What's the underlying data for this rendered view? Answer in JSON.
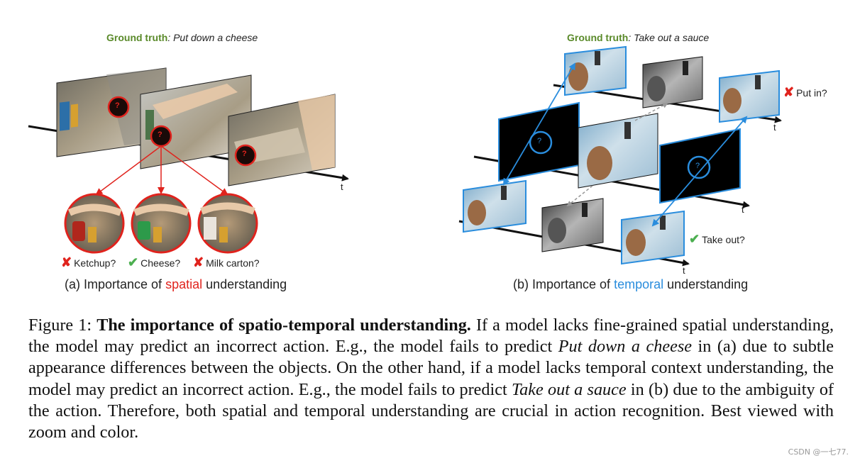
{
  "panel_a": {
    "gt_label": "Ground truth",
    "gt_text": ": Put down a cheese",
    "options": [
      {
        "mark": "✘",
        "text": "Ketchup?"
      },
      {
        "mark": "✔",
        "text": "Cheese?"
      },
      {
        "mark": "✘",
        "text": "Milk carton?"
      }
    ],
    "time_label": "t",
    "question_mark": "?",
    "subcaption_prefix": "(a) Importance of ",
    "subcaption_highlight": "spatial",
    "subcaption_suffix": " understanding",
    "highlight_color": "#e0231d"
  },
  "panel_b": {
    "gt_label": "Ground truth",
    "gt_text": ": Take out a sauce",
    "wrong_mark": "✘",
    "wrong_text": "Put in?",
    "right_mark": "✔",
    "right_text": "Take out?",
    "time_label": "t",
    "question_mark": "?",
    "subcaption_prefix": "(b) Importance of ",
    "subcaption_highlight": "temporal",
    "subcaption_suffix": " understanding",
    "highlight_color": "#2a8ddd"
  },
  "caption": {
    "prefix": "Figure 1: ",
    "title": "The importance of spatio-temporal understanding.",
    "s1": " If a model lacks fine-grained spatial understanding, the model may predict an incorrect action. E.g., the model fails to predict ",
    "e1": "Put down a cheese",
    "s2": " in (a) due to subtle appearance differences between the objects. On the other hand, if a model lacks temporal context understanding, the model may predict an incorrect action. E.g., the model fails to predict ",
    "e2": "Take out a sauce",
    "s3": " in (b) due to the ambiguity of the action. Therefore, both spatial and temporal understanding are crucial in action recognition. Best viewed with zoom and color."
  },
  "watermark": "CSDN @一七77."
}
